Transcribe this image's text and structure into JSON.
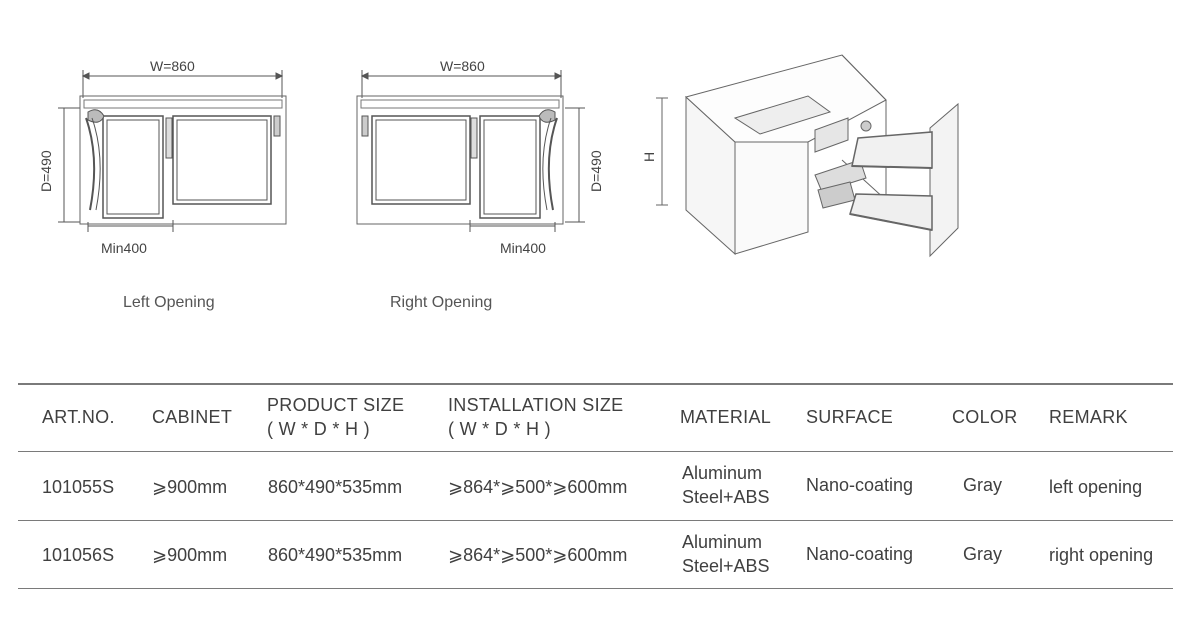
{
  "drawings": {
    "left": {
      "width_label": "W=860",
      "depth_label": "D=490",
      "min_label": "Min400",
      "caption": "Left Opening"
    },
    "right": {
      "width_label": "W=860",
      "depth_label": "D=490",
      "min_label": "Min400",
      "caption": "Right Opening"
    },
    "iso": {
      "height_label": "H"
    }
  },
  "table": {
    "headers": {
      "art_no": "ART.NO.",
      "cabinet": "CABINET",
      "product_size": "PRODUCT SIZE",
      "product_size_sub": "( W * D * H )",
      "installation_size": "INSTALLATION SIZE",
      "installation_size_sub": "( W * D * H )",
      "material": "MATERIAL",
      "surface": "SURFACE",
      "color": "COLOR",
      "remark": "REMARK"
    },
    "rows": [
      {
        "art_no": "101055S",
        "cabinet": "⩾900mm",
        "product_size": "860*490*535mm",
        "installation_size": "⩾864*⩾500*⩾600mm",
        "material_1": "Aluminum",
        "material_2": "Steel+ABS",
        "surface": "Nano-coating",
        "color": "Gray",
        "remark": "left opening"
      },
      {
        "art_no": "101056S",
        "cabinet": "⩾900mm",
        "product_size": "860*490*535mm",
        "installation_size": "⩾864*⩾500*⩾600mm",
        "material_1": "Aluminum",
        "material_2": "Steel+ABS",
        "surface": "Nano-coating",
        "color": "Gray",
        "remark": "right opening"
      }
    ]
  },
  "colors": {
    "line": "#7a7a7a",
    "text": "#404040"
  }
}
